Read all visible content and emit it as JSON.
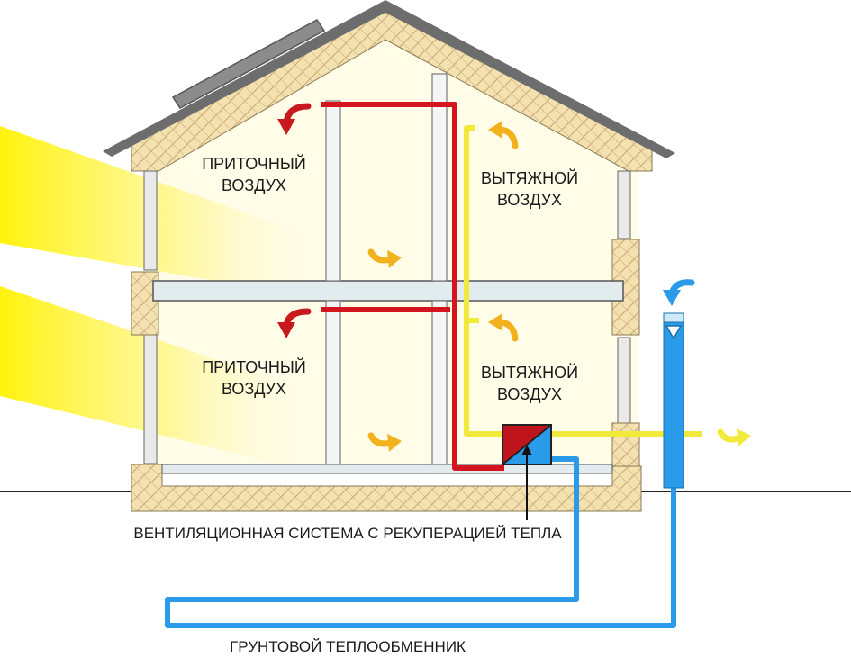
{
  "labels": {
    "supply_air": "ПРИТОЧНЫЙ",
    "supply_air_2": "ВОЗДУХ",
    "exhaust_air": "ВЫТЯЖНОЙ",
    "exhaust_air_2": "ВОЗДУХ",
    "ventilation_system": "ВЕНТИЛЯЦИОННАЯ СИСТЕМА С РЕКУПЕРАЦИЕЙ ТЕПЛА",
    "ground_heat_exchanger": "ГРУНТОВОЙ ТЕПЛООБМЕННИК"
  },
  "colors": {
    "supply_duct": "#d4141e",
    "exhaust_duct": "#f2ea3a",
    "ground_pipe": "#2a9be8",
    "insulation": "#f3e2b0",
    "sunlight": "#fff45a",
    "warm_arrow": "#f2b21e",
    "cool_arrow": "#2a9be8",
    "roof": "#6d6d6d",
    "room_fill": "#fffce8"
  },
  "icons": {
    "supply_arrow": "curved-arrow-down-left-icon",
    "room_airflow_arrow": "curved-arrow-right-icon",
    "exhaust_arrow": "curved-arrow-up-left-icon",
    "outdoor_exhaust_arrow": "curved-arrow-right-icon",
    "air_intake_arrow": "curved-arrow-down-icon",
    "recuperator": "heat-recovery-unit-icon"
  }
}
